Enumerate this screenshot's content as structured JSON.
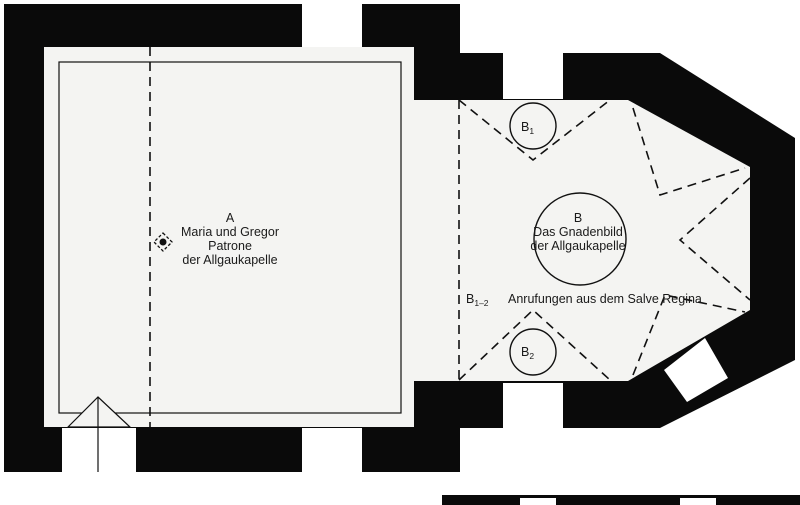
{
  "nave": {
    "letter": "A",
    "line1": "Maria und Gregor",
    "line2": "Patrone",
    "line3": "der Allgaukapelle",
    "marker_icon": "compass-target-icon"
  },
  "choir": {
    "letter": "B",
    "line1": "Das Gnadenbild",
    "line2": "der Allgaukapelle"
  },
  "b1": {
    "main": "B",
    "sub": "1"
  },
  "b2": {
    "main": "B",
    "sub": "2"
  },
  "b12": {
    "main": "B",
    "sub": "1–2",
    "caption": "Anrufungen aus dem Salve Regina"
  },
  "colors": {
    "wall": "#0a0a0a",
    "floor": "#f4f4f2",
    "line": "#111111"
  }
}
